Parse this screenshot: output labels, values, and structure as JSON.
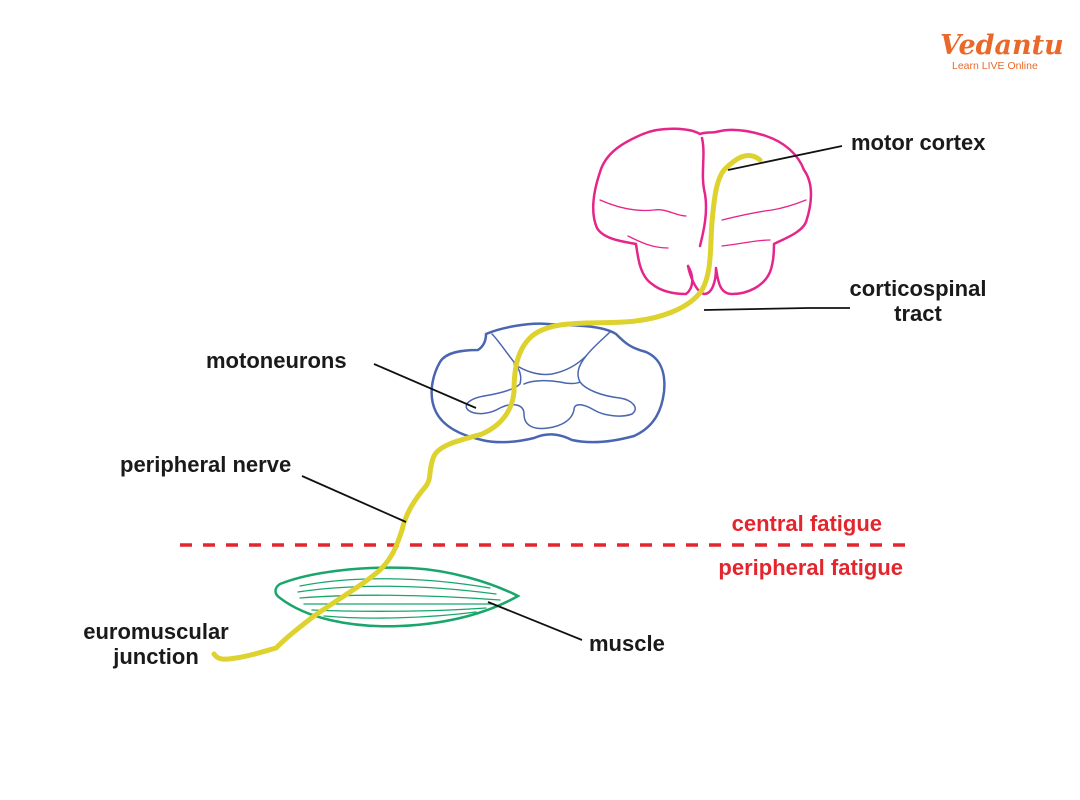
{
  "logo": {
    "name": "Vedantu",
    "tagline": "Learn LIVE Online",
    "color": "#e8692a"
  },
  "labels": {
    "motor_cortex": "motor cortex",
    "corticospinal_1": "corticospinal",
    "corticospinal_2": "tract",
    "motoneurons": "motoneurons",
    "peripheral_nerve": "peripheral nerve",
    "central_fatigue": "central fatigue",
    "peripheral_fatigue": "peripheral fatigue",
    "neuromuscular_1": "euromuscular",
    "neuromuscular_2": "junction",
    "muscle": "muscle"
  },
  "colors": {
    "brain": "#e6258a",
    "spinal_cord": "#4a66b0",
    "nerve": "#ddd22e",
    "muscle": "#1aa66b",
    "fatigue": "#e3262e",
    "leader": "#111111"
  }
}
